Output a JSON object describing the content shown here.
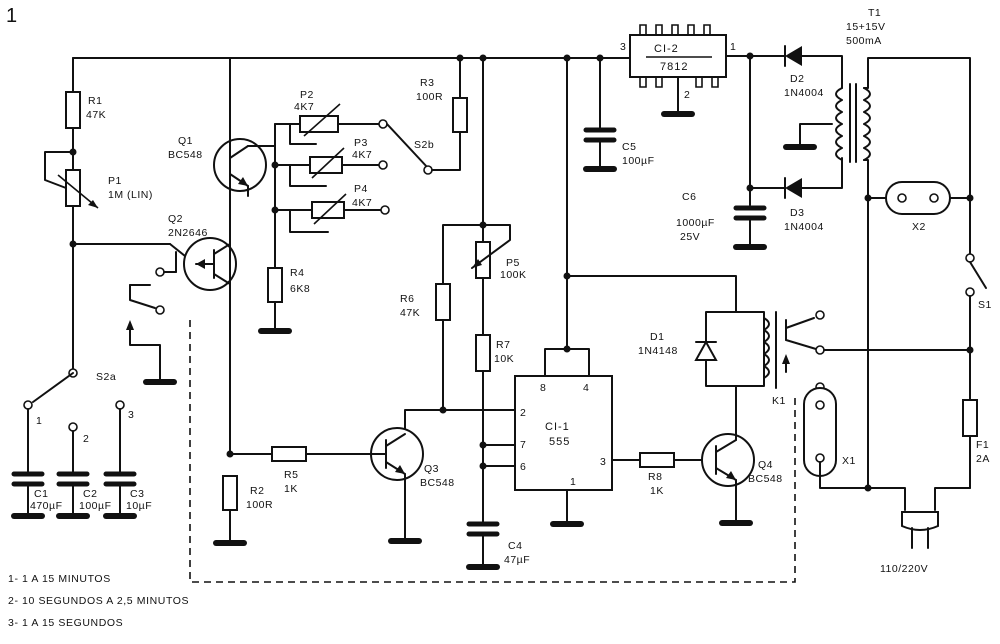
{
  "figure_number": "1",
  "labels": {
    "R1": [
      "R1",
      "47K"
    ],
    "P1": [
      "P1",
      "1M (LIN)"
    ],
    "Q1": [
      "Q1",
      "BC548"
    ],
    "Q2": [
      "Q2",
      "2N2646"
    ],
    "P2": [
      "P2",
      "4K7"
    ],
    "P3": [
      "P3",
      "4K7"
    ],
    "P4": [
      "P4",
      "4K7"
    ],
    "R4": [
      "R4",
      "6K8"
    ],
    "R3": [
      "R3",
      "100R"
    ],
    "S2b": [
      "S2b"
    ],
    "S2a": [
      "S2a"
    ],
    "C5": [
      "C5",
      "100µF"
    ],
    "C6": [
      "C6",
      "1000µF",
      "25V"
    ],
    "CI2": [
      "CI-2",
      "7812"
    ],
    "D2": [
      "D2",
      "1N4004"
    ],
    "D3": [
      "D3",
      "1N4004"
    ],
    "T1": [
      "T1",
      "15+15V",
      "500mA"
    ],
    "X2": [
      "X2"
    ],
    "S1": [
      "S1"
    ],
    "P5": [
      "P5",
      "100K"
    ],
    "R6": [
      "R6",
      "47K"
    ],
    "R7": [
      "R7",
      "10K"
    ],
    "D1": [
      "D1",
      "1N4148"
    ],
    "K1": [
      "K1"
    ],
    "X1": [
      "X1"
    ],
    "F1": [
      "F1",
      "2A"
    ],
    "CI1": [
      "CI-1",
      "555"
    ],
    "R5": [
      "R5",
      "1K"
    ],
    "R2": [
      "R2",
      "100R"
    ],
    "Q3": [
      "Q3",
      "BC548"
    ],
    "R8": [
      "R8",
      "1K"
    ],
    "Q4": [
      "Q4",
      "BC548"
    ],
    "C4": [
      "C4",
      "47µF"
    ],
    "C1": [
      "C1",
      "470µF"
    ],
    "C2": [
      "C2",
      "100µF"
    ],
    "C3": [
      "C3",
      "10µF"
    ],
    "mains": [
      "110/220V"
    ]
  },
  "switch_positions": [
    "1",
    "2",
    "3"
  ],
  "ic_pins": {
    "CI1": [
      "8",
      "4",
      "2",
      "7",
      "6",
      "3",
      "1"
    ],
    "CI2": [
      "3",
      "1",
      "2"
    ]
  },
  "notes": [
    "1- 1 A 15 MINUTOS",
    "2- 10 SEGUNDOS A 2,5 MINUTOS",
    "3- 1 A 15 SEGUNDOS"
  ]
}
